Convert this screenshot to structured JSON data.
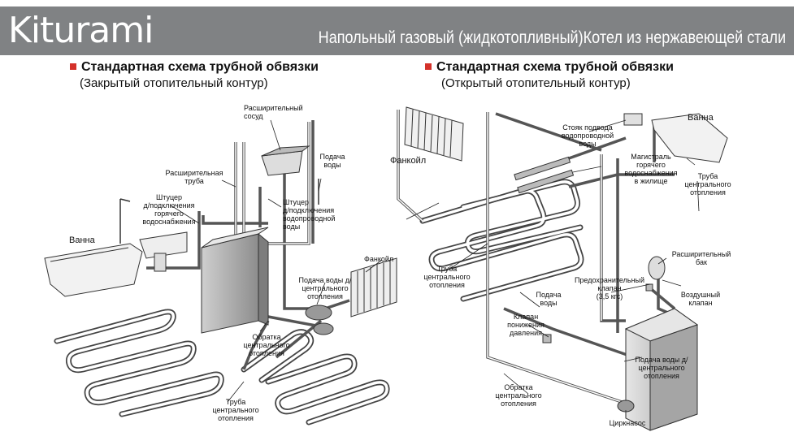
{
  "header": {
    "logo": "Kiturami",
    "title": "Напольный газовый (жидкотопливный)Котел из нержавеющей  стали",
    "bg_color": "#808284"
  },
  "left": {
    "section_title": "Стандартная схема трубной обвязки",
    "section_subtitle": "(Закрытый отопительный контур)",
    "labels": {
      "expansion_vessel": "Расширительный\nсосуд",
      "expansion_pipe": "Расширительная\nтруба",
      "water_supply": "Подача\nводы",
      "hot_water_fitting": "Штуцер\nд/подключения\nгорячего\nводоснабжения",
      "bath": "Ванна",
      "cold_water_fitting": "Штуцер\nд/подключения\nводопроводной\nводы",
      "fancoil": "Фанкойл",
      "heating_supply": "Подача воды д/\nцентрального\nотопления",
      "heating_return": "Обратка\nцентрального\nотопления",
      "heating_pipe": "Труба\nцентрального\nотопления"
    }
  },
  "right": {
    "section_title": "Стандартная схема трубной обвязки",
    "section_subtitle": "(Открытый отопительный контур)",
    "labels": {
      "riser": "Стояк подвода\nводопроводной\nводы",
      "bath": "Ванна",
      "fancoil": "Фанкойл",
      "hot_main": "Магистраль\nгорячего\nводоснабжения\nв жилище",
      "heating_pipe_top": "Труба\nцентрального\nотопления",
      "heating_pipe_left": "Труба\nцентрального\nотопления",
      "expansion_tank": "Расширительный\nбак",
      "safety_valve": "Предохранительный\nклапан\n(3,5 кгс)",
      "air_valve": "Воздушный\nклапан",
      "water_supply": "Подача\nводы",
      "pressure_valve": "Клапан\nпонижения\nдавления",
      "heating_supply": "Подача воды д/\nцентрального\nотопления",
      "heating_return": "Обратка\nцентрального\nотопления",
      "pump": "Циркнасос"
    }
  },
  "colors": {
    "bullet": "#d4312a",
    "pipe": "#555555"
  }
}
